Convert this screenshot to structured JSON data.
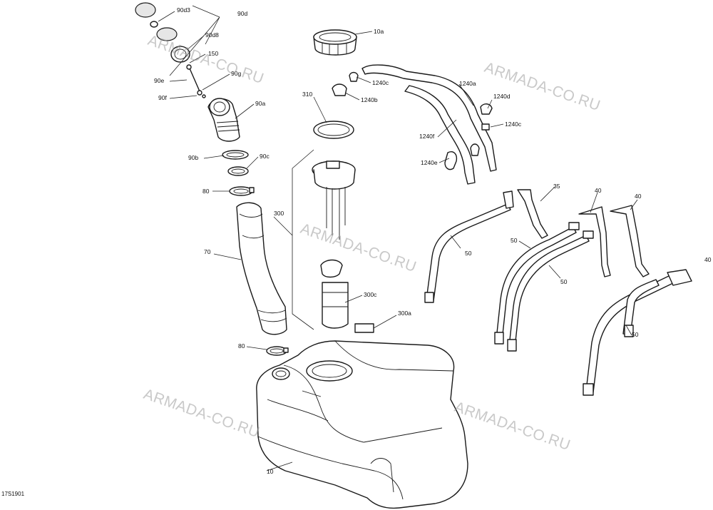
{
  "diagram": {
    "drawing_code": "17S1901",
    "watermark_text": "ARMADA-CO.RU",
    "labels": {
      "l_90d3": "90d3",
      "l_90d": "90d",
      "l_90d8": "90d8",
      "l_150": "150",
      "l_90g": "90g",
      "l_90e": "90e",
      "l_90f": "90f",
      "l_90a": "90a",
      "l_90b": "90b",
      "l_90c": "90c",
      "l_80_top": "80",
      "l_70": "70",
      "l_80_bottom": "80",
      "l_10a": "10a",
      "l_1240c_a": "1240c",
      "l_1240b": "1240b",
      "l_310": "310",
      "l_300": "300",
      "l_300c": "300c",
      "l_300a": "300a",
      "l_10": "10",
      "l_1240a": "1240a",
      "l_1240d": "1240d",
      "l_1240c_b": "1240c",
      "l_1240f": "1240f",
      "l_1240e": "1240e",
      "l_35": "35",
      "l_40_a": "40",
      "l_40_b": "40",
      "l_40_c": "40",
      "l_50_a": "50",
      "l_50_b": "50",
      "l_50_c": "50",
      "l_50_d": "50"
    }
  }
}
